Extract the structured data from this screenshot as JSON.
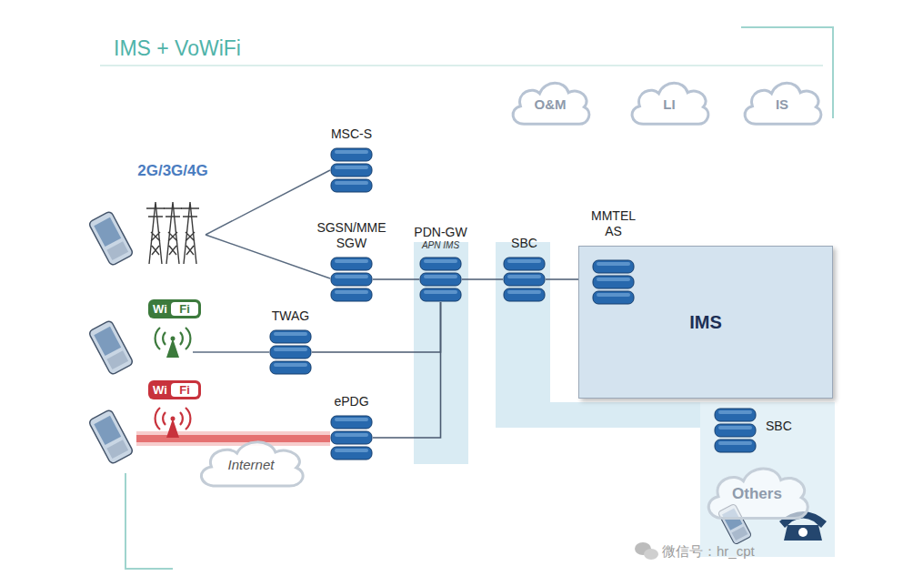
{
  "diagram": {
    "title": "IMS + VoWiFi",
    "nodes": [
      {
        "text": [
          "O&M"
        ]
      },
      {
        "text": [
          "LI"
        ]
      },
      {
        "text": [
          "IS"
        ]
      },
      {
        "text": [
          "MSC-S"
        ]
      },
      {
        "text": [
          "SGSN/MME SGW"
        ]
      },
      {
        "text": [
          "PDN-GW",
          "APN IMS"
        ]
      },
      {
        "text": [
          "SBC"
        ]
      },
      {
        "text": [
          "IMS"
        ]
      },
      {
        "text": [
          "MMTEL AS"
        ],
        "in": 7
      },
      {
        "text": [
          "TWAG"
        ]
      },
      {
        "text": [
          "ePDG"
        ]
      },
      {
        "text": [
          "Internet"
        ]
      },
      {
        "text": [
          "SBC"
        ]
      },
      {
        "text": [
          "Others"
        ]
      }
    ],
    "edges": [
      {
        "from": 4,
        "to": 5,
        "arrow": "none"
      },
      {
        "from": 5,
        "to": 6,
        "arrow": "none"
      },
      {
        "from": 6,
        "to": 8,
        "arrow": "none"
      },
      {
        "from": 9,
        "to": 5,
        "arrow": "none"
      },
      {
        "from": 10,
        "to": 5,
        "arrow": "none"
      }
    ],
    "labels": [
      "2G/3G/4G",
      "Wi",
      "Fi",
      "Wi",
      "Fi",
      "微信号：hr_cpt"
    ]
  }
}
